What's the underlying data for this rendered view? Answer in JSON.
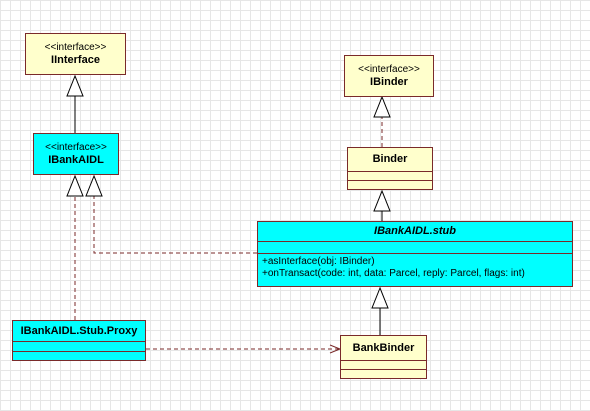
{
  "classes": {
    "iinterface": {
      "stereotype": "<<interface>>",
      "name": "IInterface"
    },
    "ibinder": {
      "stereotype": "<<interface>>",
      "name": "IBinder"
    },
    "ibankaidl": {
      "stereotype": "<<interface>>",
      "name": "IBankAIDL"
    },
    "binder": {
      "name": "Binder"
    },
    "stub": {
      "name": "IBankAIDL.stub",
      "operations": [
        "+asInterface(obj: IBinder)",
        "+onTransact(code: int, data: Parcel, reply: Parcel, flags: int)"
      ]
    },
    "proxy": {
      "name": "IBankAIDL.Stub.Proxy"
    },
    "bankbinder": {
      "name": "BankBinder"
    }
  },
  "colors": {
    "class_fill": "#ffffcc",
    "interface_fill": "#00ffff",
    "border": "#7a2a2a",
    "dependency_line": "#7a2a2a",
    "generalization_line": "#000000",
    "grid": "#e6e6e6"
  },
  "relationships": [
    {
      "from": "IBankAIDL",
      "to": "IInterface",
      "kind": "generalization"
    },
    {
      "from": "Binder",
      "to": "IBinder",
      "kind": "realization"
    },
    {
      "from": "IBankAIDL.stub",
      "to": "Binder",
      "kind": "generalization"
    },
    {
      "from": "IBankAIDL.stub",
      "to": "IBankAIDL",
      "kind": "realization"
    },
    {
      "from": "IBankAIDL.Stub.Proxy",
      "to": "IBankAIDL",
      "kind": "realization"
    },
    {
      "from": "BankBinder",
      "to": "IBankAIDL.stub",
      "kind": "generalization"
    },
    {
      "from": "IBankAIDL.Stub.Proxy",
      "to": "BankBinder",
      "kind": "dependency"
    }
  ]
}
